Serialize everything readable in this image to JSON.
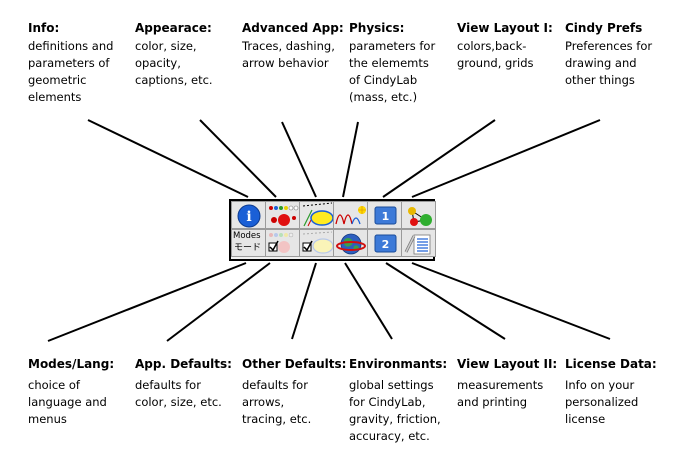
{
  "top_labels": [
    {
      "title": "Info:",
      "desc": "definitions and\nparameters of\ngeometric\nelements"
    },
    {
      "title": "Appearace:",
      "desc": "color, size,\nopacity,\ncaptions, etc."
    },
    {
      "title": "Advanced App:",
      "desc": "Traces, dashing,\narrow behavior"
    },
    {
      "title": "Physics:",
      "desc": "parameters for\nthe elememts\nof CindyLab\n(mass, etc.)"
    },
    {
      "title": "View Layout I:",
      "desc": "colors,back-\nground, grids"
    },
    {
      "title": "Cindy Prefs",
      "desc": "Preferences for\ndrawing and\nother things"
    }
  ],
  "bottom_labels": [
    {
      "title": "Modes/Lang:",
      "desc": "choice of\nlanguage and\nmenus"
    },
    {
      "title": "App. Defaults:",
      "desc": "defaults for\ncolor, size, etc."
    },
    {
      "title": "Other Defaults:",
      "desc": "defaults for\narrows,\ntracing, etc."
    },
    {
      "title": "Environmants:",
      "desc": "global settings\nfor CindyLab,\ngravity, friction,\naccuracy, etc."
    },
    {
      "title": "View Layout II:",
      "desc": "measurements\nand printing"
    },
    {
      "title": "License Data:",
      "desc": "Info on your\npersonalized\nlicense"
    }
  ],
  "toolbar": {
    "info_glyph": "i",
    "modes_text": "Modes",
    "modes_jp": "モード",
    "layout1_digit": "1",
    "layout2_digit": "2",
    "top_icons": [
      "info-icon",
      "appearance-icon",
      "advanced-appearance-icon",
      "physics-icon",
      "view-layout-1-icon",
      "cindy-prefs-icon"
    ],
    "bottom_icons": [
      "modes-icon",
      "appearance-defaults-icon",
      "other-defaults-icon",
      "environment-icon",
      "view-layout-2-icon",
      "license-icon"
    ]
  },
  "colors": {
    "line": "#000000",
    "info_blue": "#1a5fd6",
    "toolbar_bg": "#f0f0f0",
    "button_bg": "#e6e6e6"
  }
}
